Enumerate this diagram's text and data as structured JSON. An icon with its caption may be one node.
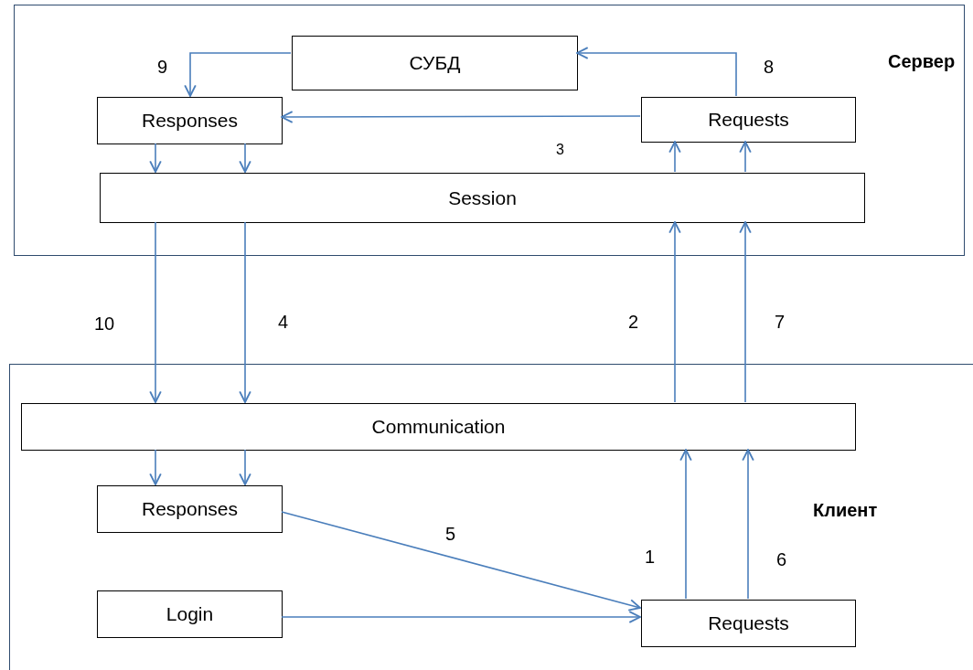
{
  "diagram": {
    "nodes": [
      {
        "text": [
          "Сервер"
        ]
      },
      {
        "text": [
          "СУБД"
        ],
        "in": 0
      },
      {
        "text": [
          "Responses"
        ],
        "in": 0
      },
      {
        "text": [
          "Requests"
        ],
        "in": 0
      },
      {
        "text": [
          "Session"
        ],
        "in": 0
      },
      {
        "text": [
          "Клиент"
        ]
      },
      {
        "text": [
          "Communication"
        ],
        "in": 5
      },
      {
        "text": [
          "Responses"
        ],
        "in": 5
      },
      {
        "text": [
          "Login"
        ],
        "in": 5
      },
      {
        "text": [
          "Requests"
        ],
        "in": 5
      }
    ],
    "edges": [
      {
        "from": 4,
        "to": 3,
        "arrow": "to"
      },
      {
        "from": 4,
        "to": 3,
        "arrow": "to"
      },
      {
        "from": 3,
        "to": 1,
        "arrow": "to",
        "label": "8"
      },
      {
        "from": 1,
        "to": 2,
        "arrow": "to",
        "label": "9"
      },
      {
        "from": 3,
        "to": 2,
        "arrow": "to"
      },
      {
        "from": 2,
        "to": 4,
        "arrow": "to"
      },
      {
        "from": 2,
        "to": 4,
        "arrow": "to"
      },
      {
        "from": 4,
        "to": 6,
        "arrow": "to",
        "label": "10"
      },
      {
        "from": 4,
        "to": 6,
        "arrow": "to",
        "label": "4"
      },
      {
        "from": 6,
        "to": 4,
        "arrow": "to",
        "label": "2"
      },
      {
        "from": 6,
        "to": 4,
        "arrow": "to",
        "label": "7"
      },
      {
        "from": 6,
        "to": 7,
        "arrow": "to"
      },
      {
        "from": 6,
        "to": 7,
        "arrow": "to"
      },
      {
        "from": 7,
        "to": 9,
        "arrow": "to",
        "label": "5"
      },
      {
        "from": 8,
        "to": 9,
        "arrow": "to"
      },
      {
        "from": 9,
        "to": 6,
        "arrow": "to",
        "label": "1"
      },
      {
        "from": 9,
        "to": 6,
        "arrow": "to",
        "label": "6"
      }
    ],
    "labels": [
      "3"
    ]
  }
}
